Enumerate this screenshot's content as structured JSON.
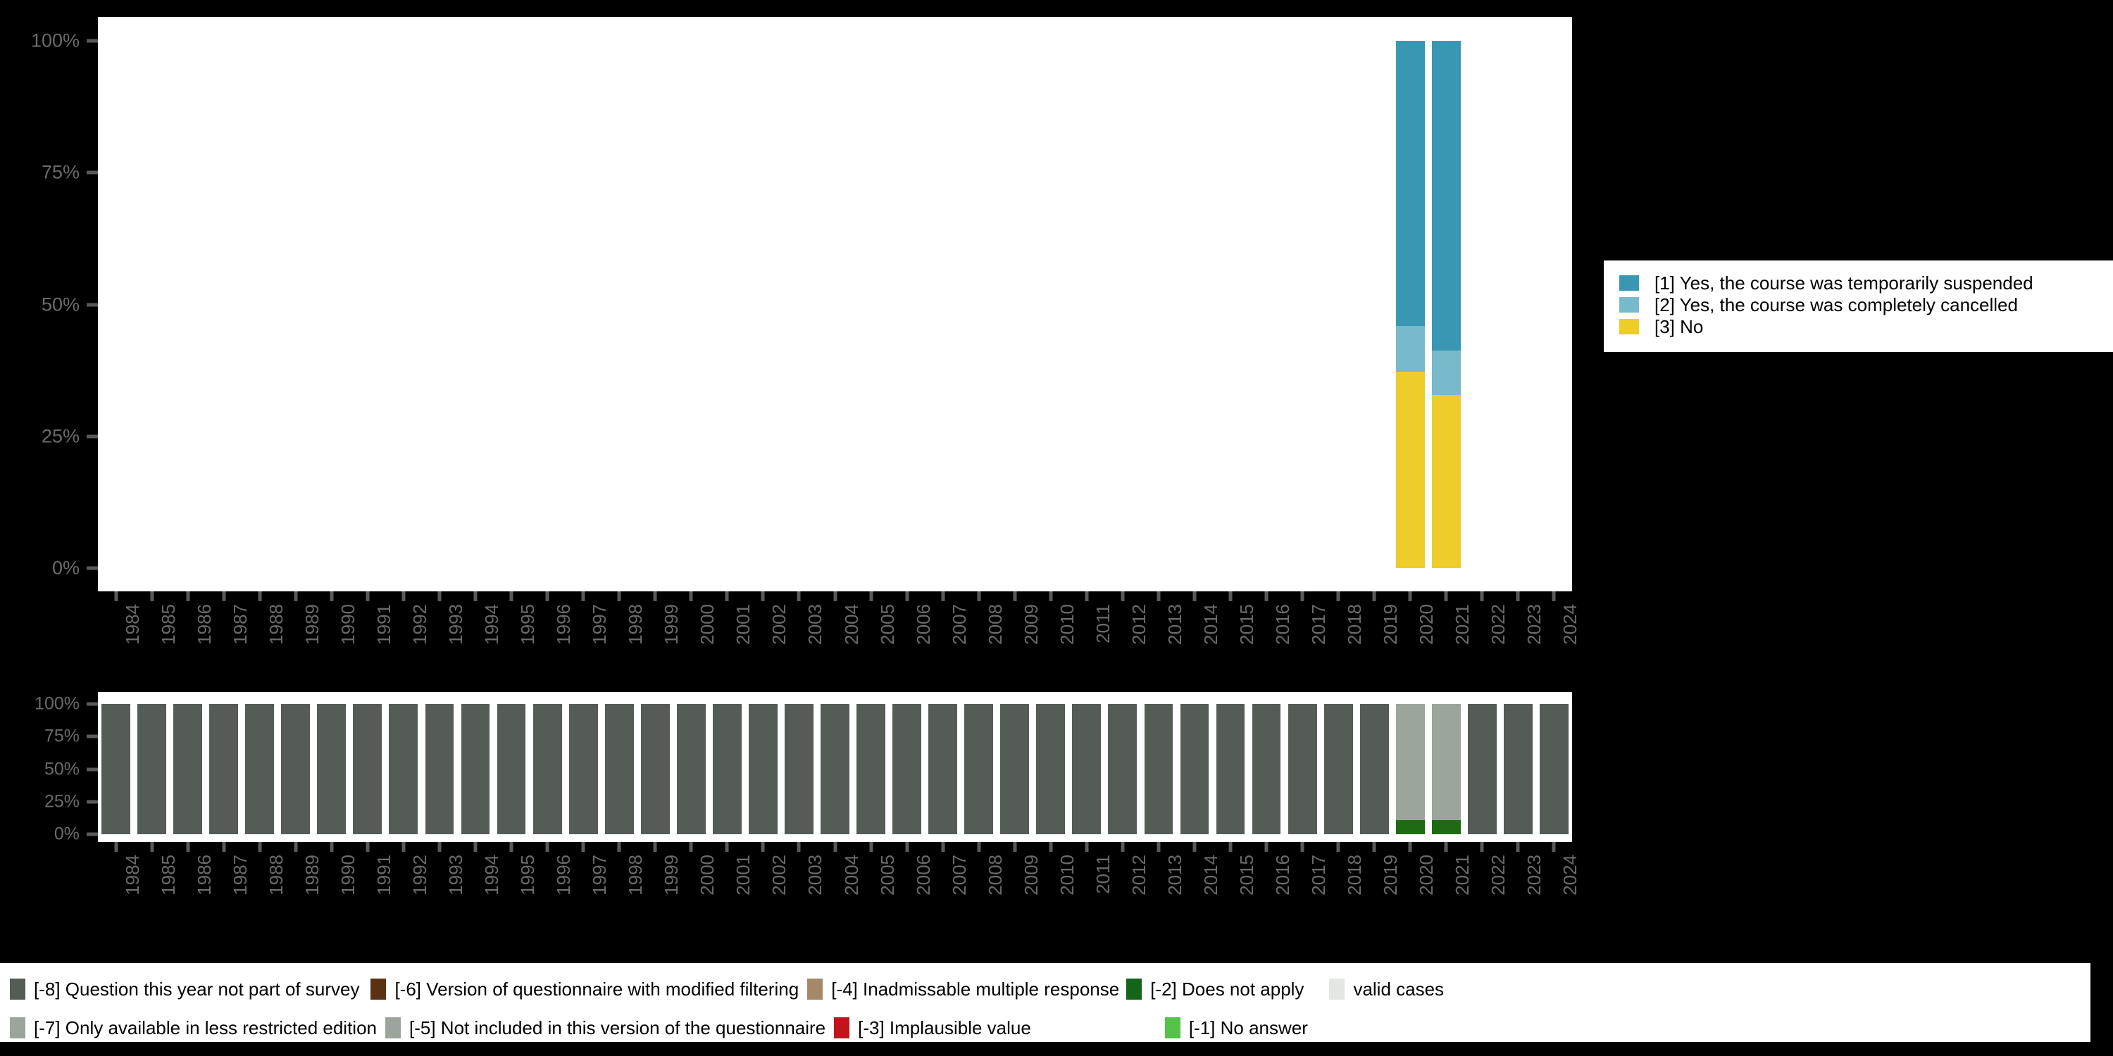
{
  "chart_data": {
    "type": "bar",
    "subtype": "stacked-percentage",
    "title": "",
    "xlabel": "",
    "ylabel": "",
    "ylim": [
      0,
      100
    ],
    "ytick_labels": [
      "100%",
      "75%",
      "50%",
      "25%",
      "0%"
    ],
    "ytick_values": [
      100,
      75,
      50,
      25,
      0
    ],
    "grid": false,
    "legend_position": "right",
    "categories": [
      "1984",
      "1985",
      "1986",
      "1987",
      "1988",
      "1989",
      "1990",
      "1991",
      "1992",
      "1993",
      "1994",
      "1995",
      "1996",
      "1997",
      "1998",
      "1999",
      "2000",
      "2001",
      "2002",
      "2003",
      "2004",
      "2005",
      "2006",
      "2007",
      "2008",
      "2009",
      "2010",
      "2011",
      "2012",
      "2013",
      "2014",
      "2015",
      "2016",
      "2017",
      "2018",
      "2019",
      "2020",
      "2021",
      "2022",
      "2023",
      "2024"
    ],
    "series": [
      {
        "name": "[1] Yes, the course was temporarily suspended",
        "color": "#3a97b3",
        "values": [
          null,
          null,
          null,
          null,
          null,
          null,
          null,
          null,
          null,
          null,
          null,
          null,
          null,
          null,
          null,
          null,
          null,
          null,
          null,
          null,
          null,
          null,
          null,
          null,
          null,
          null,
          null,
          null,
          null,
          null,
          null,
          null,
          null,
          null,
          null,
          null,
          54.1,
          58.7,
          null,
          null,
          null
        ]
      },
      {
        "name": "[2] Yes, the course was completely cancelled",
        "color": "#78b9cb",
        "values": [
          null,
          null,
          null,
          null,
          null,
          null,
          null,
          null,
          null,
          null,
          null,
          null,
          null,
          null,
          null,
          null,
          null,
          null,
          null,
          null,
          null,
          null,
          null,
          null,
          null,
          null,
          null,
          null,
          null,
          null,
          null,
          null,
          null,
          null,
          null,
          null,
          8.7,
          8.5,
          null,
          null,
          null
        ]
      },
      {
        "name": "[3] No",
        "color": "#eecd2a",
        "values": [
          null,
          null,
          null,
          null,
          null,
          null,
          null,
          null,
          null,
          null,
          null,
          null,
          null,
          null,
          null,
          null,
          null,
          null,
          null,
          null,
          null,
          null,
          null,
          null,
          null,
          null,
          null,
          null,
          null,
          null,
          null,
          null,
          null,
          null,
          null,
          null,
          37.2,
          32.8,
          null,
          null,
          null
        ]
      }
    ],
    "validity_chart": {
      "type": "bar",
      "subtype": "stacked-percentage",
      "ylim": [
        0,
        100
      ],
      "ytick_labels": [
        "100%",
        "75%",
        "50%",
        "25%",
        "0%"
      ],
      "ytick_values": [
        100,
        75,
        50,
        25,
        0
      ],
      "categories": [
        "1984",
        "1985",
        "1986",
        "1987",
        "1988",
        "1989",
        "1990",
        "1991",
        "1992",
        "1993",
        "1994",
        "1995",
        "1996",
        "1997",
        "1998",
        "1999",
        "2000",
        "2001",
        "2002",
        "2003",
        "2004",
        "2005",
        "2006",
        "2007",
        "2008",
        "2009",
        "2010",
        "2011",
        "2012",
        "2013",
        "2014",
        "2015",
        "2016",
        "2017",
        "2018",
        "2019",
        "2020",
        "2021",
        "2022",
        "2023",
        "2024"
      ],
      "series": [
        {
          "name": "[-8] Question this year not part of survey",
          "color": "#545c55",
          "values": [
            100,
            100,
            100,
            100,
            100,
            100,
            100,
            100,
            100,
            100,
            100,
            100,
            100,
            100,
            100,
            100,
            100,
            100,
            100,
            100,
            100,
            100,
            100,
            100,
            100,
            100,
            100,
            100,
            100,
            100,
            100,
            100,
            100,
            100,
            100,
            100,
            0,
            0,
            100,
            100,
            100
          ]
        },
        {
          "name": "[-7] Only available in less restricted edition",
          "color": "#9ba59c",
          "values": [
            0,
            0,
            0,
            0,
            0,
            0,
            0,
            0,
            0,
            0,
            0,
            0,
            0,
            0,
            0,
            0,
            0,
            0,
            0,
            0,
            0,
            0,
            0,
            0,
            0,
            0,
            0,
            0,
            0,
            0,
            0,
            0,
            0,
            0,
            0,
            0,
            89,
            89,
            0,
            0,
            0
          ]
        },
        {
          "name": "[-2] Does not apply",
          "color": "#1f6b13",
          "values": [
            0,
            0,
            0,
            0,
            0,
            0,
            0,
            0,
            0,
            0,
            0,
            0,
            0,
            0,
            0,
            0,
            0,
            0,
            0,
            0,
            0,
            0,
            0,
            0,
            0,
            0,
            0,
            0,
            0,
            0,
            0,
            0,
            0,
            0,
            0,
            0,
            11,
            11,
            0,
            0,
            0
          ]
        }
      ]
    }
  },
  "right_legend": {
    "entries": [
      {
        "label": "[1] Yes, the course was temporarily suspended",
        "color": "#3a97b3"
      },
      {
        "label": "[2] Yes, the course was completely cancelled",
        "color": "#78b9cb"
      },
      {
        "label": "[3] No",
        "color": "#eecd2a"
      }
    ]
  },
  "bottom_legend": {
    "row1": [
      {
        "label": "[-8] Question this year not part of survey",
        "color": "#545c55"
      },
      {
        "label": "[-6] Version of questionnaire with modified filtering",
        "color": "#5a3112"
      },
      {
        "label": "[-4] Inadmissable multiple response",
        "color": "#a58868"
      },
      {
        "label": "[-2] Does not apply",
        "color": "#14641a"
      },
      {
        "label": "valid cases",
        "color": "#e4e6e3"
      }
    ],
    "row2": [
      {
        "label": "[-7] Only available in less restricted edition",
        "color": "#9ba59c"
      },
      {
        "label": "[-5] Not included in this version of the questionnaire",
        "color": "#9ba59c"
      },
      {
        "label": "[-3] Implausible value",
        "color": "#c1151b"
      },
      {
        "label": "[-1] No answer",
        "color": "#55c24a"
      }
    ]
  },
  "colors": {
    "background": "#000000",
    "plot_background": "#ffffff",
    "axis_text": "#6a6a6a",
    "tick_mark": "#5a5a5a"
  }
}
